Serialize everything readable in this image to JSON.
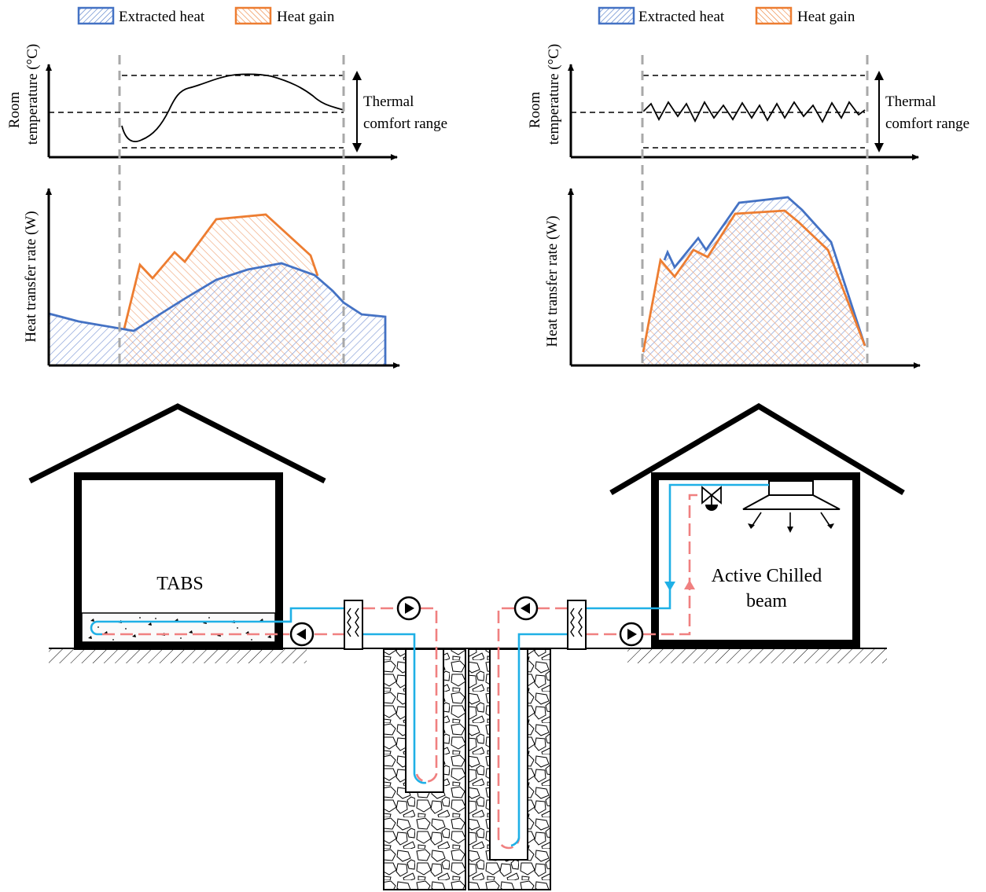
{
  "legend": {
    "extracted_heat": "Extracted heat",
    "heat_gain": "Heat gain"
  },
  "colors": {
    "extracted_heat": "#4472c4",
    "heat_gain": "#ed7d31",
    "cold_pipe": "#1fb0e6",
    "hot_pipe": "#f08080",
    "boundary_lines": "#a8a8a8"
  },
  "left_panel": {
    "temp_ylabel_line1": "Room",
    "temp_ylabel_line2": "temperature (°C)",
    "comfort_label_line1": "Thermal",
    "comfort_label_line2": "comfort range",
    "heat_ylabel": "Heat transfer rate (W)"
  },
  "right_panel": {
    "temp_ylabel_line1": "Room",
    "temp_ylabel_line2": "temperature (°C)",
    "comfort_label_line1": "Thermal",
    "comfort_label_line2": "comfort range",
    "heat_ylabel": "Heat transfer rate (W)"
  },
  "buildings": {
    "left_label": "TABS",
    "right_label_line1": "Active Chilled",
    "right_label_line2": "beam"
  },
  "icons": [
    "pump-icon",
    "heat-exchanger-icon",
    "valve-icon",
    "chilled-beam-icon",
    "borehole-icon"
  ]
}
